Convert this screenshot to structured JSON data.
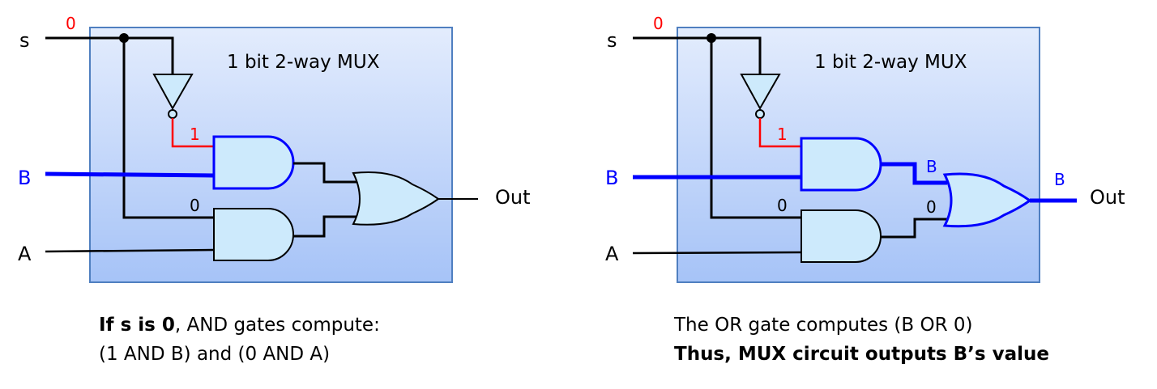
{
  "colors": {
    "wire": "#000000",
    "highlight_blue": "#0000ff",
    "value_red": "#ff0000",
    "gate_fill": "#cdeafc",
    "box_top": "#e3ecfd",
    "box_bottom": "#a6c3f7",
    "box_border": "#4f7fc0"
  },
  "diagrams": [
    {
      "title": "1 bit 2-way MUX",
      "inputs": {
        "s": "s",
        "b": "B",
        "a": "A"
      },
      "output": "Out",
      "values": {
        "s_value": "0",
        "not_out": "1",
        "and2_in": "0"
      },
      "caption": {
        "line1_bold": "If s is 0",
        "line1_rest": ", AND gates compute:",
        "line2": "(1 AND B) and (0 AND A)"
      }
    },
    {
      "title": "1 bit 2-way MUX",
      "inputs": {
        "s": "s",
        "b": "B",
        "a": "A"
      },
      "output": "Out",
      "values": {
        "s_value": "0",
        "not_out": "1",
        "and2_in": "0",
        "and1_out": "B",
        "and2_out": "0",
        "or_out": "B"
      },
      "caption": {
        "line1": "The OR gate computes (B OR 0)",
        "line2_bold": "Thus, MUX circuit outputs B’s value"
      }
    }
  ]
}
